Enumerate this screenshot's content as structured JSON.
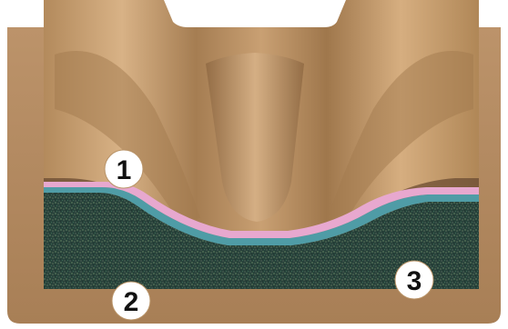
{
  "diagram": {
    "markers": [
      {
        "id": "1",
        "label": "1"
      },
      {
        "id": "2",
        "label": "2"
      },
      {
        "id": "3",
        "label": "3"
      }
    ],
    "colors": {
      "container": "#b48a5f",
      "container_dark": "#8e6a46",
      "upper_part": "#c49a6a",
      "pink_layer": "#e7a8cf",
      "teal_layer": "#4f9ca6",
      "granular_fill": "#2c4438"
    }
  }
}
